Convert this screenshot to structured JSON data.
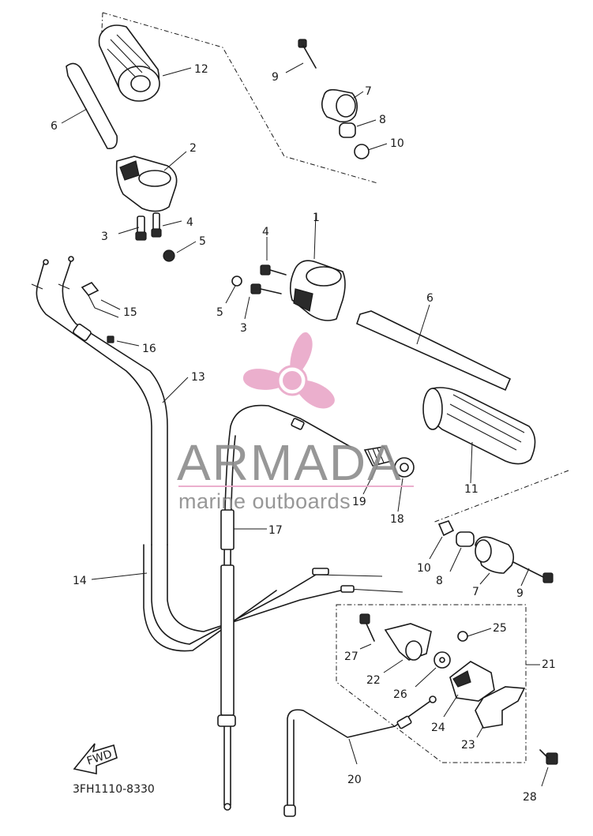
{
  "diagram": {
    "code": "3FH1110-8330",
    "fwd_label": "FWD",
    "callouts": [
      "1",
      "2",
      "3",
      "3",
      "4",
      "4",
      "5",
      "5",
      "6",
      "6",
      "7",
      "7",
      "8",
      "8",
      "9",
      "9",
      "10",
      "10",
      "11",
      "12",
      "13",
      "14",
      "15",
      "16",
      "17",
      "18",
      "19",
      "20",
      "21",
      "22",
      "23",
      "24",
      "25",
      "26",
      "27",
      "28"
    ]
  },
  "watermark": {
    "brand": "ARMADA",
    "tagline": "marine outboards",
    "colors": {
      "logo": "#e9a7c8",
      "text": "#8c8c8c",
      "rule": "#e9a7c8"
    },
    "icon": "propeller-icon"
  }
}
